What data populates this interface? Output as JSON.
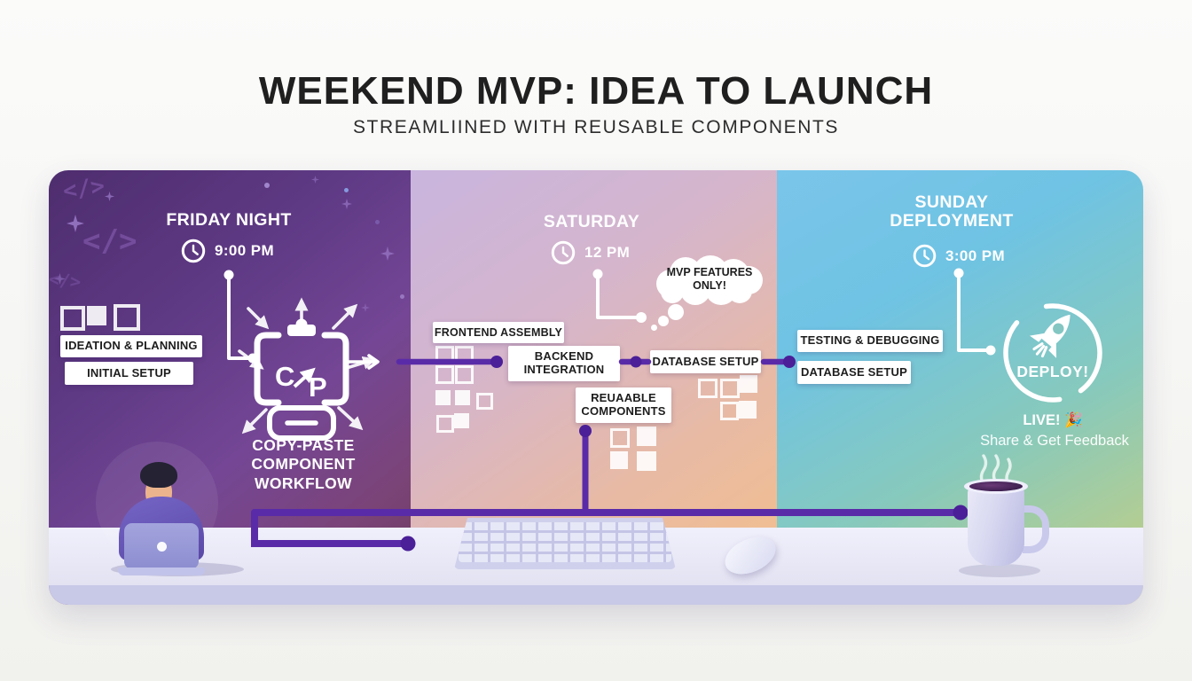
{
  "header": {
    "title": "WEEKEND MVP: IDEA TO LAUNCH",
    "subtitle": "STREAMLIINED WITH REUSABLE COMPONENTS"
  },
  "friday": {
    "title": "FRIDAY NIGHT",
    "time": "9:00 PM",
    "step1": "IDEATION & PLANNING",
    "step2": "INITIAL SETUP",
    "copy_letter": "C",
    "paste_letter": "P",
    "caption": "COPY-PASTE\nCOMPONENT\nWORKFLOW",
    "code_glyph": "</>"
  },
  "saturday": {
    "title": "SATURDAY",
    "time": "12 PM",
    "thought": "MVP FEATURES\nONLY!",
    "step1": "FRONTEND ASSEMBLY",
    "step2": "BACKEND\nINTEGRATION",
    "step3": "DATABASE SETUP",
    "step4": "REUAABLE\nCOMPONENTS"
  },
  "sunday": {
    "title": "SUNDAY\nDEPLOYMENT",
    "time": "3:00 PM",
    "step1": "TESTING & DEBUGGING",
    "step2": "DATABASE SETUP",
    "deploy": "DEPLOY!",
    "live": "LIVE! 🎉",
    "share": "Share & Get Feedback"
  },
  "colors": {
    "accent_purple": "#5a2ba8",
    "dot_purple": "#4a1f98",
    "connector_white": "#ffffff",
    "label_bg": "#ffffff",
    "label_text": "#1d1d1d",
    "friday_bg": "#5f3a85",
    "saturday_bg": "#e8baa4",
    "sunday_bg": "#7ac5ea"
  }
}
